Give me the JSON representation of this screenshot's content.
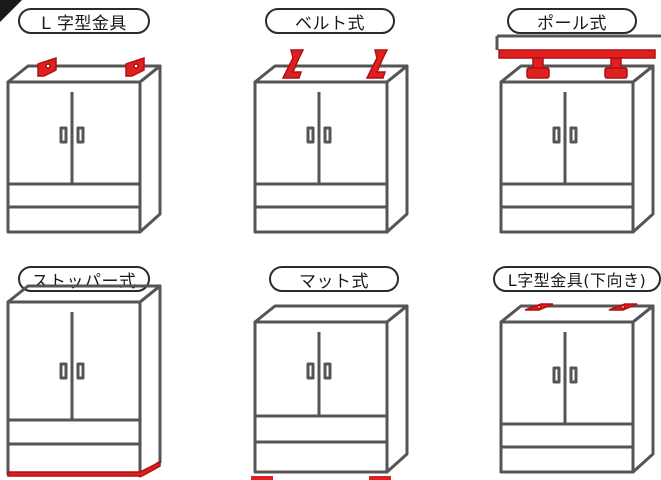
{
  "panels": [
    {
      "label": "L 字型金具",
      "method": "l-bracket"
    },
    {
      "label": "ベルト式",
      "method": "belt"
    },
    {
      "label": "ポール式",
      "method": "pole"
    },
    {
      "label": "ストッパー式",
      "method": "stopper"
    },
    {
      "label": "マット式",
      "method": "mat"
    },
    {
      "label": "L字型金具(下向き)",
      "method": "l-bracket-down"
    }
  ],
  "colors": {
    "outline": "#555555",
    "accent": "#e02020",
    "accent_dark": "#b01010"
  }
}
